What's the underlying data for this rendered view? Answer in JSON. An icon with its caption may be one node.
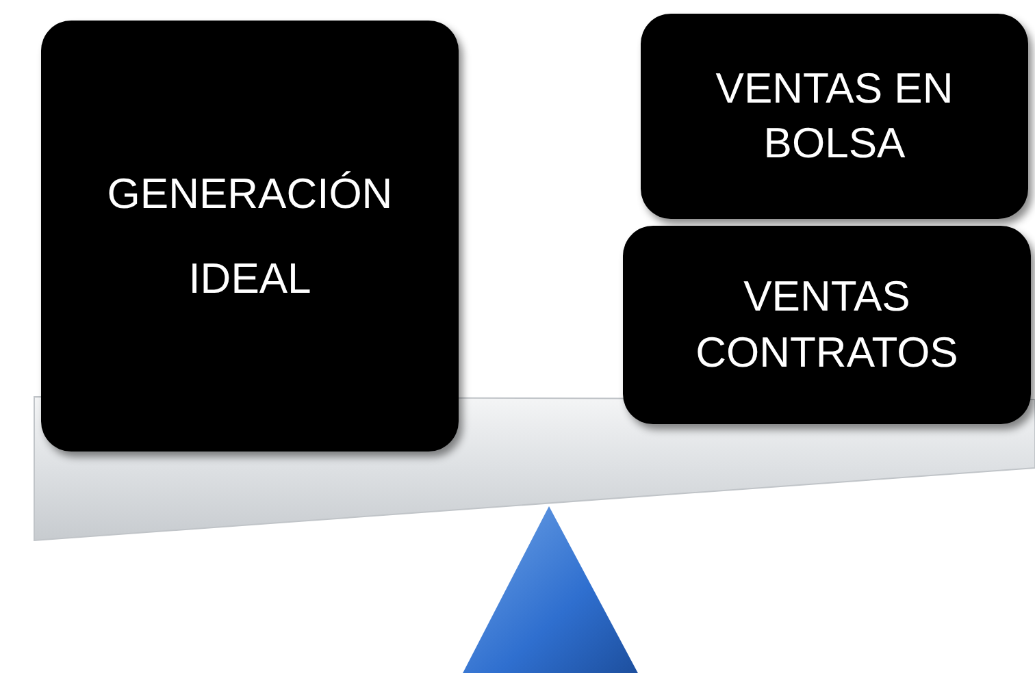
{
  "diagram": {
    "nodes": [
      {
        "text": [
          "GENERACIÓN IDEAL"
        ]
      },
      {
        "text": [
          "VENTAS EN BOLSA"
        ]
      },
      {
        "text": [
          "VENTAS CONTRATOS"
        ]
      }
    ]
  }
}
